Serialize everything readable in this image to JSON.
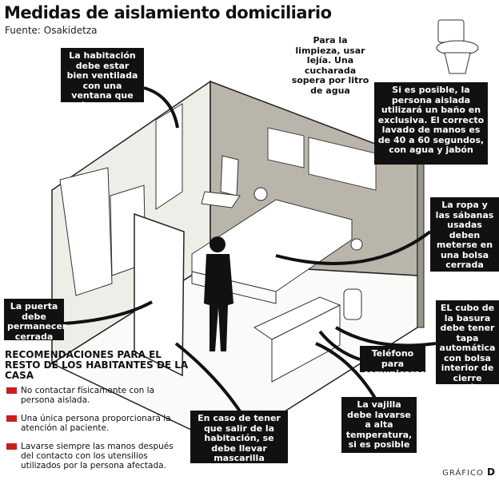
{
  "header": {
    "title": "Medidas de aislamiento domiciliario",
    "source": "Fuente: Osakidetza"
  },
  "callouts": {
    "ventilacion": "La habitación debe estar bien ventilada con una ventana que dé a la calle",
    "limpieza": "Para la limpieza, usar lejía. Una cucharada sopera por litro de agua",
    "bano": "Si es posible, la persona aislada utilizará un baño en exclusiva. El correcto lavado de manos es de 40 a 60 segundos, con agua y jabón",
    "ropa": "La ropa y las sábanas usadas deben meterse en una bolsa cerrada para su traslado a la lavadora",
    "puerta": "La puerta debe permanecer cerrada",
    "cubo": "EL cubo de la basura debe tener tapa automática con bolsa interior de cierre hermético",
    "telefono": "Teléfono para comunicarse",
    "vajilla": "La vajilla debe lavarse a alta temperatura, si es posible en lavavajillas",
    "salir": "En caso de tener que salir de la habitación, se debe llevar mascarilla quirúrgica y mantener la distancia de seguridad"
  },
  "recommendations": {
    "title": "RECOMENDACIONES PARA EL RESTO DE LOS HABITANTES DE LA CASA",
    "items": [
      "No contactar físicamente con la persona aislada.",
      "Una única persona proporcionará la atención al paciente.",
      "Lavarse siempre las manos después del contacto con los utensilios utilizados por la persona afectada."
    ],
    "bullet_color": "#c81e1e"
  },
  "footer": {
    "label": "GRÁFICO",
    "brand": "D"
  }
}
